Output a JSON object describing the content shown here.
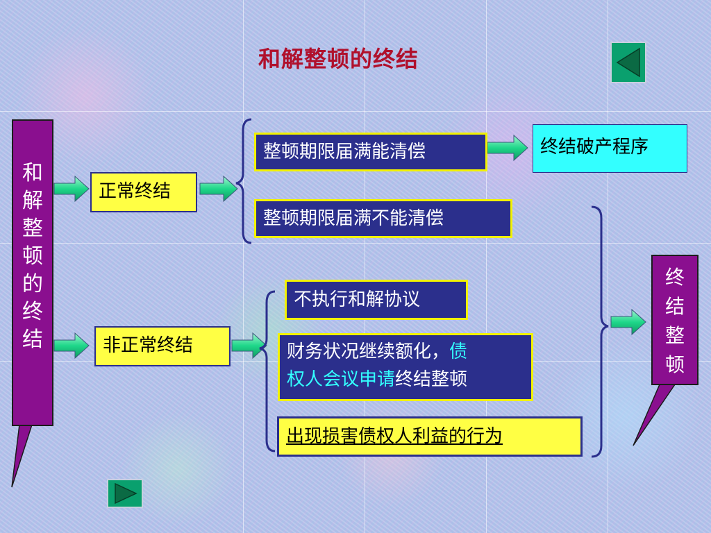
{
  "title": "和解整顿的终结",
  "left_label": "和解整顿的终结",
  "right_label": "终结整顿",
  "normal_end": "正常终结",
  "abnormal_end": "非正常终结",
  "normal_cases": {
    "can_pay": "整顿期限届满能清偿",
    "cannot_pay": "整顿期限届满不能清偿"
  },
  "result_bankruptcy": "终结破产程序",
  "abnormal_cases": {
    "not_execute": "不执行和解协议",
    "deteriorate_part1": "财务状况继续额化，",
    "deteriorate_part2": "债",
    "deteriorate_part3": "权人会议申请",
    "deteriorate_part4": "终结整顿",
    "harm_creditors": "出现损害债权人利益的行为"
  },
  "colors": {
    "title": "#b0102c",
    "navy_box": "#2b2f8c",
    "yellow_box": "#ffff44",
    "cyan_box": "#33ffff",
    "purple_box": "#8a0f8f",
    "arrow": "#1fd78a",
    "nav_button": "#0aa06e"
  },
  "nav": {
    "prev_icon": "triangle-left-icon",
    "next_icon": "triangle-right-icon"
  }
}
